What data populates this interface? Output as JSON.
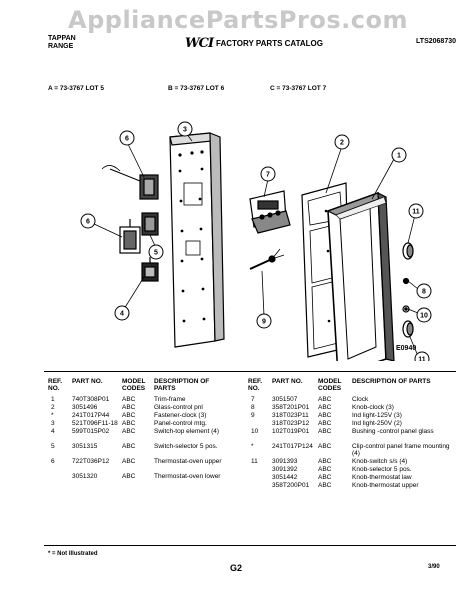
{
  "watermark": "AppliancePartsPros.com",
  "header": {
    "brand_line1": "TAPPAN",
    "brand_line2": "RANGE",
    "logo": "WCI",
    "catalog_title": "FACTORY PARTS CATALOG",
    "part_number": "LTS2068730"
  },
  "lots": {
    "a": "A = 73-3767 LOT 5",
    "b": "B = 73-3767 LOT 6",
    "c": "C = 73-3767 LOT 7"
  },
  "diagram": {
    "code": "E0940",
    "callouts": [
      "1",
      "2",
      "3",
      "4",
      "5",
      "6",
      "7",
      "8",
      "9",
      "10",
      "11",
      "11"
    ]
  },
  "table_headers": {
    "ref": "REF. NO.",
    "part": "PART NO.",
    "model": "MODEL CODES",
    "desc": "DESCRIPTION OF PARTS"
  },
  "left_rows": [
    {
      "ref": "1",
      "part": "740T308P01",
      "model": "ABC",
      "desc": "Trim-frame"
    },
    {
      "ref": "2",
      "part": "3051496",
      "model": "ABC",
      "desc": "Glass-control pnl"
    },
    {
      "ref": "*",
      "part": "241T017P44",
      "model": "ABC",
      "desc": "Fastener-clock (3)"
    },
    {
      "ref": "3",
      "part": "521T096F11-18",
      "model": "ABC",
      "desc": "Panel-control mtg."
    },
    {
      "ref": "4",
      "part": "599T015P02",
      "model": "ABC",
      "desc": "Switch-top element (4)"
    },
    {
      "ref": "5",
      "part": "3051315",
      "model": "ABC",
      "desc": "Switch-selector 5 pos."
    },
    {
      "ref": "6",
      "part": "722T036P12",
      "model": "ABC",
      "desc": "Thermostat-oven upper"
    },
    {
      "ref": "",
      "part": "3051320",
      "model": "ABC",
      "desc": "Thermostat-oven lower"
    }
  ],
  "right_rows": [
    {
      "ref": "7",
      "part": "3051507",
      "model": "ABC",
      "desc": "Clock"
    },
    {
      "ref": "8",
      "part": "358T201P01",
      "model": "ABC",
      "desc": "Knob-clock (3)"
    },
    {
      "ref": "9",
      "part": "318T023P11",
      "model": "ABC",
      "desc": "Ind light-125V (3)"
    },
    {
      "ref": "",
      "part": "318T023P12",
      "model": "ABC",
      "desc": "Ind light-250V (2)"
    },
    {
      "ref": "10",
      "part": "102T019P01",
      "model": "ABC",
      "desc": "Bushing -control panel glass"
    },
    {
      "ref": "*",
      "part": "241T017P124",
      "model": "ABC",
      "desc": "Clip-control panel frame mounting (4)"
    },
    {
      "ref": "11",
      "part": "3091393",
      "model": "ABC",
      "desc": "Knob-switch s/s (4)"
    },
    {
      "ref": "",
      "part": "3091392",
      "model": "ABC",
      "desc": "Knob-selector 5 pos."
    },
    {
      "ref": "",
      "part": "3051442",
      "model": "ABC",
      "desc": "Knob-thermostat law"
    },
    {
      "ref": "",
      "part": "358T200P01",
      "model": "ABC",
      "desc": "Knob-thermostat upper"
    }
  ],
  "footer": {
    "note": "* = Not Illustrated",
    "page": "G2",
    "date": "3/90"
  }
}
